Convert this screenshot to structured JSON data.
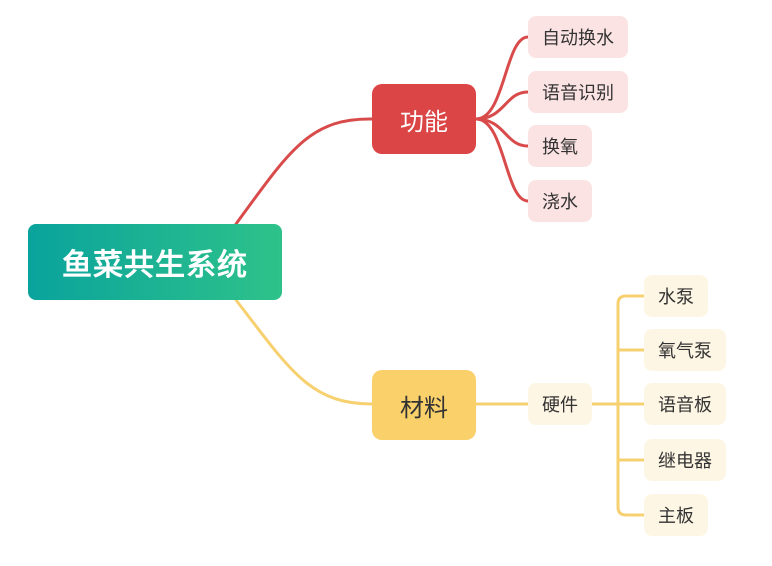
{
  "root": {
    "label": "鱼菜共生系统",
    "color": "#1ab394"
  },
  "functions": {
    "label": "功能",
    "color": "#db4545",
    "items": [
      "自动换水",
      "语音识别",
      "换氧",
      "浇水"
    ]
  },
  "materials": {
    "label": "材料",
    "color": "#f9d06a",
    "hardware": {
      "label": "硬件",
      "items": [
        "水泵",
        "氧气泵",
        "语音板",
        "继电器",
        "主板"
      ]
    }
  }
}
